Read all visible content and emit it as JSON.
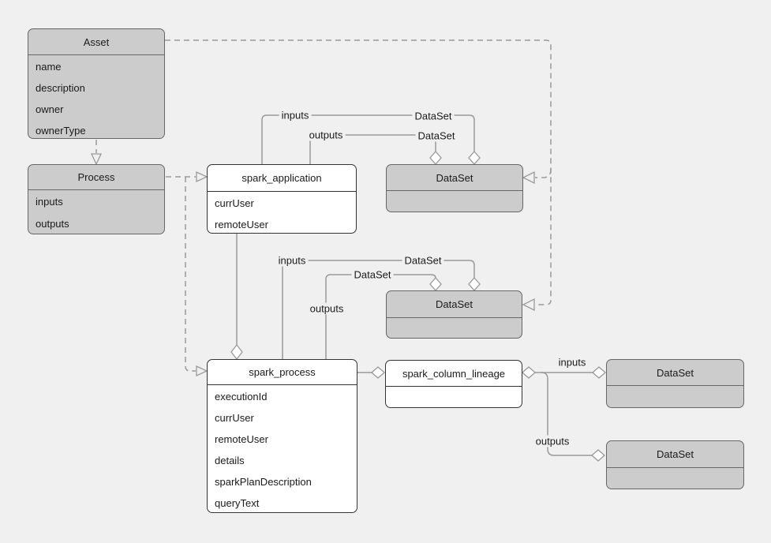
{
  "colors": {
    "background": "#f0f0f0",
    "wire": "#999999",
    "gray_box_fill": "#cccccc",
    "gray_box_border": "#666666",
    "white_box_fill": "#ffffff",
    "white_box_border": "#333333",
    "text": "#1a1a1a"
  },
  "entities": [
    {
      "id": "asset",
      "title": "Asset",
      "fields": [
        "name",
        "description",
        "owner",
        "ownerType"
      ],
      "style": "gray"
    },
    {
      "id": "process",
      "title": "Process",
      "fields": [
        "inputs",
        "outputs"
      ],
      "style": "gray"
    },
    {
      "id": "spark_application",
      "title": "spark_application",
      "fields": [
        "currUser",
        "remoteUser"
      ],
      "style": "white"
    },
    {
      "id": "dataset_top",
      "title": "DataSet",
      "fields": [],
      "style": "gray"
    },
    {
      "id": "dataset_mid",
      "title": "DataSet",
      "fields": [],
      "style": "gray"
    },
    {
      "id": "spark_process",
      "title": "spark_process",
      "fields": [
        "executionId",
        "currUser",
        "remoteUser",
        "details",
        "sparkPlanDescription",
        "queryText"
      ],
      "style": "white"
    },
    {
      "id": "spark_column_lineage",
      "title": "spark_column_lineage",
      "fields": [],
      "style": "white"
    },
    {
      "id": "dataset_right_top",
      "title": "DataSet",
      "fields": [],
      "style": "gray"
    },
    {
      "id": "dataset_right_bottom",
      "title": "DataSet",
      "fields": [],
      "style": "gray"
    }
  ],
  "edge_labels": {
    "inputs_top": "inputs",
    "outputs_top": "outputs",
    "dataset_top_1": "DataSet",
    "dataset_top_2": "DataSet",
    "inputs_mid": "inputs",
    "dataset_mid_1": "DataSet",
    "dataset_mid_2": "DataSet",
    "outputs_mid": "outputs",
    "inputs_right": "inputs",
    "outputs_right": "outputs"
  }
}
